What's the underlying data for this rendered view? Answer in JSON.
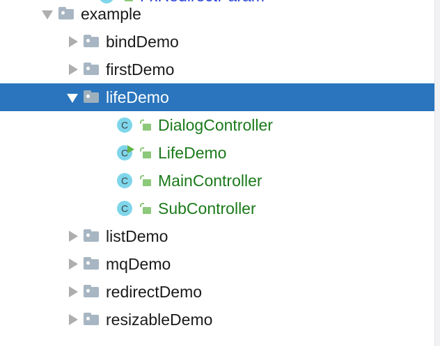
{
  "panel": {
    "name": "project-tree",
    "background_color": "#ffffff",
    "selection_color": "#2a75bd",
    "gutter_color": "#f2f2f4"
  },
  "colors": {
    "folder": "#a7b6c2",
    "class_circle": "#7fd6ea",
    "class_letter": "#3c4549",
    "run_badge_green": "#62b54a",
    "lock_green": "#8cc97a",
    "class_text_green": "#1a7a1a",
    "class_text_blue": "#2b43d4",
    "twisty_gray": "#aeaeae",
    "label_text": "#1a1a1a",
    "selected_text": "#ffffff"
  },
  "tree": {
    "rows": [
      {
        "label": "FxRedirectParam",
        "type": "class",
        "icon": "class-c-icon",
        "lock": "unlocked-padlock-icon",
        "text_color": "blue",
        "indent": 140,
        "twisty": "none",
        "selected": false,
        "runnable": false,
        "clipped": true
      },
      {
        "label": "example",
        "type": "folder",
        "icon": "folder-icon",
        "text_color": "default",
        "indent": 56,
        "twisty": "expanded",
        "selected": false
      },
      {
        "label": "bindDemo",
        "type": "folder",
        "icon": "folder-icon",
        "text_color": "default",
        "indent": 92,
        "twisty": "collapsed",
        "selected": false
      },
      {
        "label": "firstDemo",
        "type": "folder",
        "icon": "folder-icon",
        "text_color": "default",
        "indent": 92,
        "twisty": "collapsed",
        "selected": false
      },
      {
        "label": "lifeDemo",
        "type": "folder",
        "icon": "folder-icon",
        "text_color": "default",
        "indent": 92,
        "twisty": "expanded",
        "selected": true
      },
      {
        "label": "DialogController",
        "type": "class",
        "icon": "class-c-icon",
        "lock": "unlocked-padlock-icon",
        "text_color": "green",
        "indent": 166,
        "twisty": "none",
        "selected": false,
        "runnable": false
      },
      {
        "label": "LifeDemo",
        "type": "class",
        "icon": "class-c-icon",
        "lock": "unlocked-padlock-icon",
        "text_color": "green",
        "indent": 166,
        "twisty": "none",
        "selected": false,
        "runnable": true
      },
      {
        "label": "MainController",
        "type": "class",
        "icon": "class-c-icon",
        "lock": "unlocked-padlock-icon",
        "text_color": "green",
        "indent": 166,
        "twisty": "none",
        "selected": false,
        "runnable": false
      },
      {
        "label": "SubController",
        "type": "class",
        "icon": "class-c-icon",
        "lock": "unlocked-padlock-icon",
        "text_color": "green",
        "indent": 166,
        "twisty": "none",
        "selected": false,
        "runnable": false
      },
      {
        "label": "listDemo",
        "type": "folder",
        "icon": "folder-icon",
        "text_color": "default",
        "indent": 92,
        "twisty": "collapsed",
        "selected": false
      },
      {
        "label": "mqDemo",
        "type": "folder",
        "icon": "folder-icon",
        "text_color": "default",
        "indent": 92,
        "twisty": "collapsed",
        "selected": false
      },
      {
        "label": "redirectDemo",
        "type": "folder",
        "icon": "folder-icon",
        "text_color": "default",
        "indent": 92,
        "twisty": "collapsed",
        "selected": false
      },
      {
        "label": "resizableDemo",
        "type": "folder",
        "icon": "folder-icon",
        "text_color": "default",
        "indent": 92,
        "twisty": "collapsed",
        "selected": false
      }
    ]
  },
  "class_icon_letter": "C"
}
